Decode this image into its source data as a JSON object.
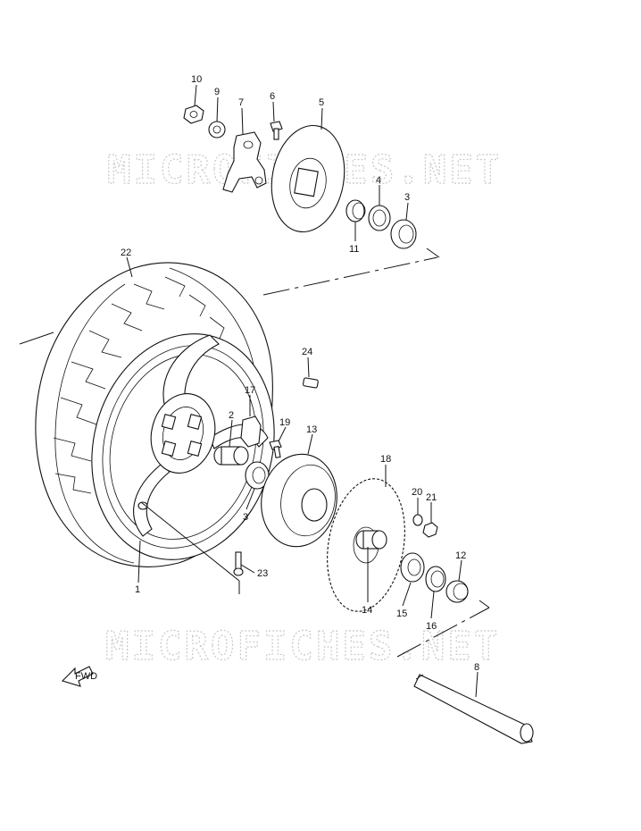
{
  "watermark": {
    "text": "MICROFICHES.NET"
  },
  "direction_tag": {
    "label": "FWD"
  },
  "callouts": [
    {
      "id": "p1",
      "label": "1"
    },
    {
      "id": "p2",
      "label": "2"
    },
    {
      "id": "p3a",
      "label": "3"
    },
    {
      "id": "p3b",
      "label": "3"
    },
    {
      "id": "p4",
      "label": "4"
    },
    {
      "id": "p5",
      "label": "5"
    },
    {
      "id": "p6",
      "label": "6"
    },
    {
      "id": "p7",
      "label": "7"
    },
    {
      "id": "p8",
      "label": "8"
    },
    {
      "id": "p9",
      "label": "9"
    },
    {
      "id": "p10",
      "label": "10"
    },
    {
      "id": "p11",
      "label": "11"
    },
    {
      "id": "p12",
      "label": "12"
    },
    {
      "id": "p13",
      "label": "13"
    },
    {
      "id": "p14",
      "label": "14"
    },
    {
      "id": "p15",
      "label": "15"
    },
    {
      "id": "p16",
      "label": "16"
    },
    {
      "id": "p17",
      "label": "17"
    },
    {
      "id": "p18",
      "label": "18"
    },
    {
      "id": "p19",
      "label": "19"
    },
    {
      "id": "p20",
      "label": "20"
    },
    {
      "id": "p21",
      "label": "21"
    },
    {
      "id": "p22",
      "label": "22"
    },
    {
      "id": "p23",
      "label": "23"
    },
    {
      "id": "p24",
      "label": "24"
    }
  ]
}
